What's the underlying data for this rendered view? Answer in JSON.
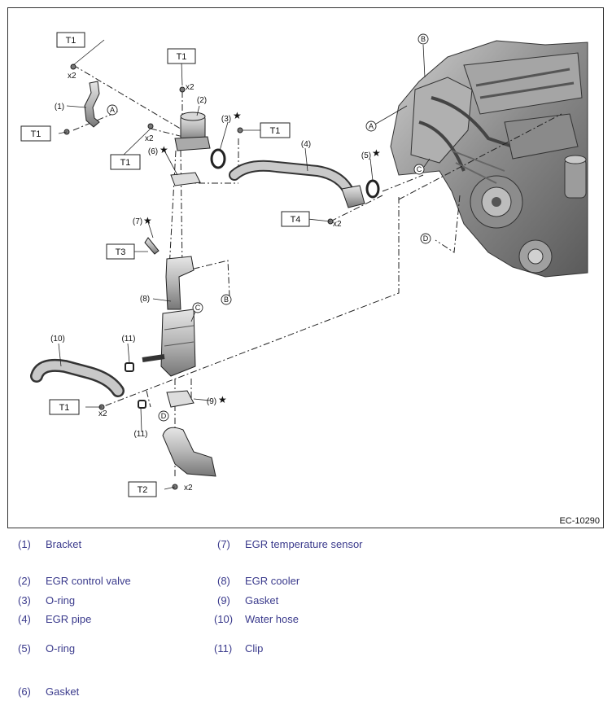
{
  "figure": {
    "code": "EC-10290",
    "callouts": [
      {
        "id": "1",
        "text": "(1)"
      },
      {
        "id": "2",
        "text": "(2)"
      },
      {
        "id": "3",
        "text": "(3)"
      },
      {
        "id": "4",
        "text": "(4)"
      },
      {
        "id": "5",
        "text": "(5)"
      },
      {
        "id": "6",
        "text": "(6)"
      },
      {
        "id": "7",
        "text": "(7)"
      },
      {
        "id": "8",
        "text": "(8)"
      },
      {
        "id": "9",
        "text": "(9)"
      },
      {
        "id": "10",
        "text": "(10)"
      },
      {
        "id": "11a",
        "text": "(11)"
      },
      {
        "id": "11b",
        "text": "(11)"
      }
    ],
    "torque_labels": [
      {
        "id": "t1a",
        "text": "T1"
      },
      {
        "id": "t1b",
        "text": "T1"
      },
      {
        "id": "t1c",
        "text": "T1"
      },
      {
        "id": "t1d",
        "text": "T1"
      },
      {
        "id": "t1e",
        "text": "T1"
      },
      {
        "id": "t1f",
        "text": "T1"
      },
      {
        "id": "t2",
        "text": "T2"
      },
      {
        "id": "t3",
        "text": "T3"
      },
      {
        "id": "t4",
        "text": "T4"
      }
    ],
    "quantity": "x2",
    "star": "★",
    "ref_letters": {
      "a": "A",
      "b": "B",
      "c": "C",
      "d": "D"
    }
  },
  "legend": [
    {
      "num": "(1)",
      "label": "Bracket"
    },
    {
      "num": "(2)",
      "label": "EGR control valve"
    },
    {
      "num": "(3)",
      "label": "O-ring"
    },
    {
      "num": "(4)",
      "label": "EGR pipe"
    },
    {
      "num": "(5)",
      "label": "O-ring"
    },
    {
      "num": "(6)",
      "label": "Gasket"
    },
    {
      "num": "(7)",
      "label": "EGR temperature sensor"
    },
    {
      "num": "(8)",
      "label": "EGR cooler"
    },
    {
      "num": "(9)",
      "label": "Gasket"
    },
    {
      "num": "(10)",
      "label": "Water hose"
    },
    {
      "num": "(11)",
      "label": "Clip"
    }
  ],
  "colors": {
    "legend_text": "#3a3a8c",
    "line": "#222222",
    "part_fill": "#bdbdbd",
    "engine_fill": "#9a9a9a"
  }
}
